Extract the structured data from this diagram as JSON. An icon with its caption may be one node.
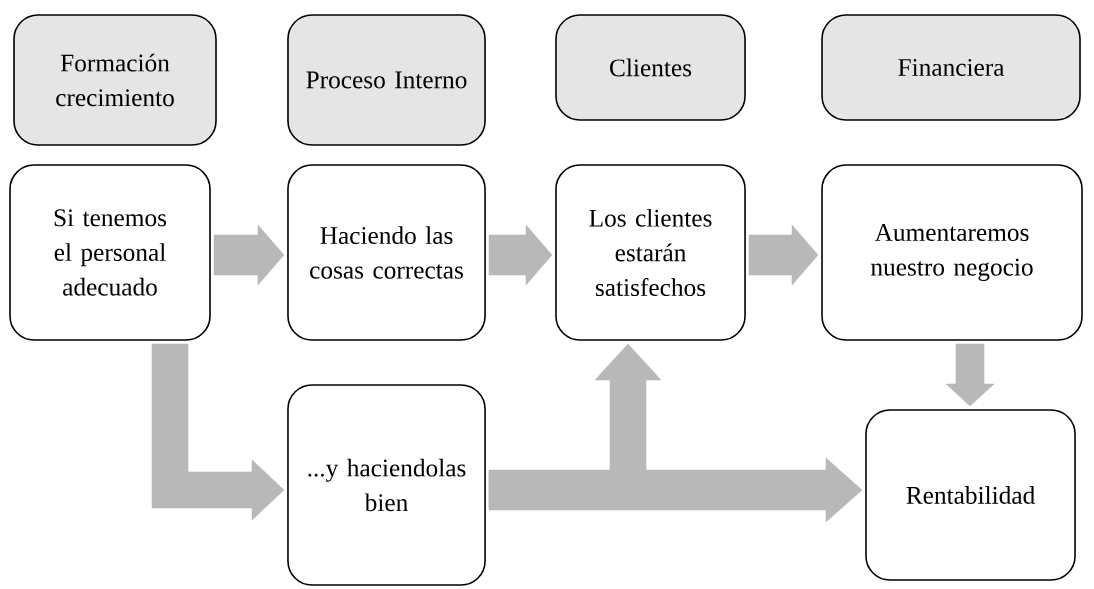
{
  "diagram": {
    "nodes": [
      {
        "text": [
          "Formación crecimiento"
        ]
      },
      {
        "text": [
          "Proceso Interno"
        ]
      },
      {
        "text": [
          "Clientes"
        ]
      },
      {
        "text": [
          "Financiera"
        ]
      },
      {
        "text": [
          "Si tenemos el personal adecuado"
        ]
      },
      {
        "text": [
          "Haciendo las cosas correctas"
        ]
      },
      {
        "text": [
          "Los clientes estarán satisfechos"
        ]
      },
      {
        "text": [
          "Aumentaremos nuestro negocio"
        ]
      },
      {
        "text": [
          "...y haciendolas bien"
        ]
      },
      {
        "text": [
          "Rentabilidad"
        ]
      }
    ],
    "edges": [
      {
        "from": 4,
        "to": 5,
        "arrow": "to"
      },
      {
        "from": 5,
        "to": 6,
        "arrow": "to"
      },
      {
        "from": 6,
        "to": 7,
        "arrow": "to"
      },
      {
        "from": 7,
        "to": 9,
        "arrow": "to"
      },
      {
        "from": 4,
        "to": 8,
        "arrow": "to"
      },
      {
        "from": 8,
        "to": 6,
        "arrow": "to"
      },
      {
        "from": 8,
        "to": 9,
        "arrow": "to"
      }
    ]
  }
}
